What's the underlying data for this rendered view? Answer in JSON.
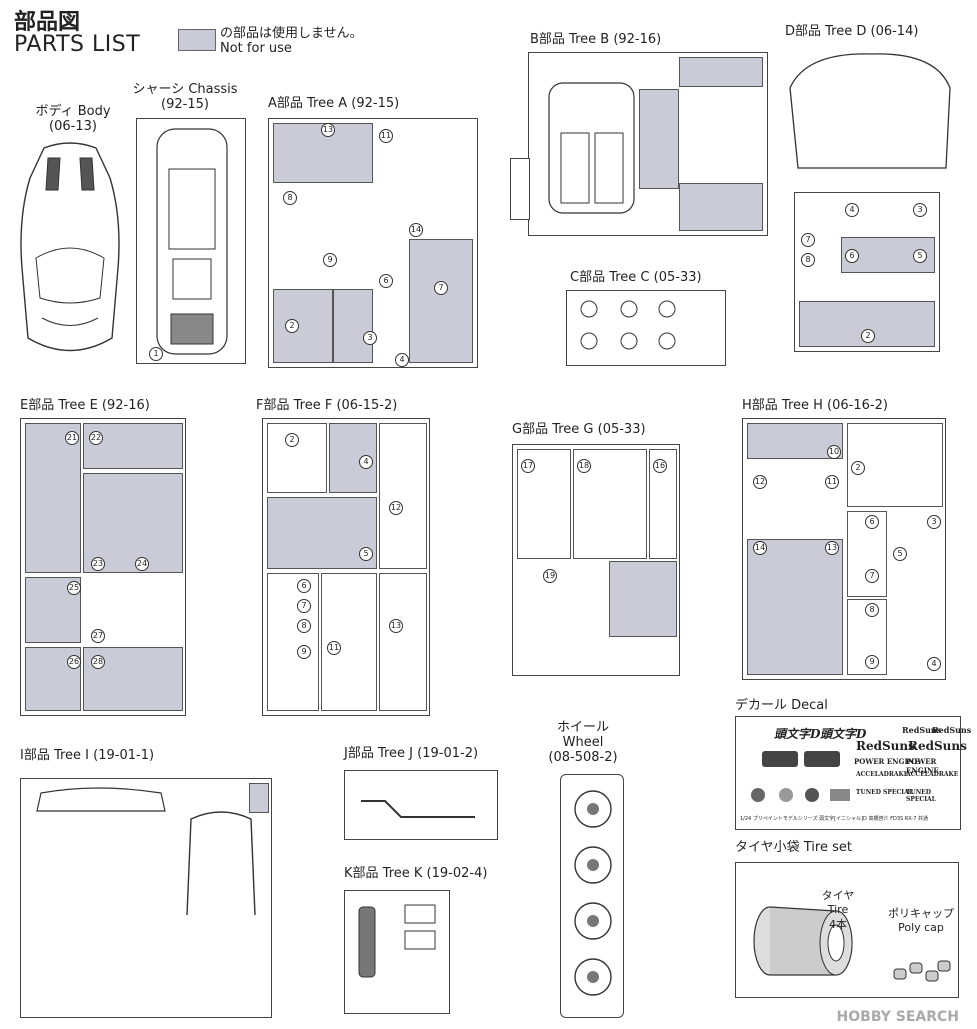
{
  "header": {
    "title_jp": "部品図",
    "title_en": "PARTS LIST",
    "legend_line1": "の部品は使用しません。",
    "legend_line2": "Not for use"
  },
  "colors": {
    "unused_gray": "#c9ccd6",
    "line": "#444444"
  },
  "parts": {
    "body": {
      "line1": "ボディ Body",
      "line2": "(06-13)"
    },
    "chassis": {
      "line1": "シャーシ Chassis",
      "line2": "(92-15)"
    },
    "tree_a": {
      "label": "A部品 Tree A (92-15)"
    },
    "tree_b": {
      "label": "B部品 Tree B (92-16)"
    },
    "tree_d": {
      "label": "D部品 Tree D (06-14)"
    },
    "tree_c": {
      "label": "C部品 Tree C (05-33)"
    },
    "tree_e": {
      "label": "E部品 Tree E (92-16)"
    },
    "tree_f": {
      "label": "F部品 Tree F (06-15-2)"
    },
    "tree_g": {
      "label": "G部品 Tree G (05-33)"
    },
    "tree_h": {
      "label": "H部品 Tree H (06-16-2)"
    },
    "tree_i": {
      "label": "I部品 Tree I (19-01-1)"
    },
    "tree_j": {
      "label": "J部品 Tree J (19-01-2)"
    },
    "tree_k": {
      "label": "K部品 Tree K (19-02-4)"
    },
    "wheel": {
      "line1": "ホイール",
      "line2": "Wheel",
      "line3": "(08-508-2)"
    },
    "decal": {
      "label": "デカール Decal"
    },
    "tire_set": {
      "label": "タイヤ小袋 Tire set",
      "tire_jp": "タイヤ Tire",
      "tire_count": "4本",
      "polycap_jp": "ポリキャップ",
      "polycap_en": "Poly cap"
    }
  },
  "decal_texts": {
    "logo1": "頭文字D",
    "logo2": "頭文字D",
    "redsuns1": "RedSuns",
    "redsuns2": "RedSuns",
    "redsuns3": "RedSuns",
    "redsuns4": "RedSuns",
    "power1": "POWER ENGINE",
    "power2": "POWER ENGINE",
    "accel1": "ACCELADRAKE",
    "accel2": "ACCELADRAKE",
    "tunnel1": "TUNED SPECIAL",
    "tunnel2": "TUNED SPECIAL",
    "footer": "1/24 プリペイントモデルシリーズ 頭文字[イニシャル]D 高橋啓介 FD3S RX-7 共通"
  },
  "watermark": "HOBBY SEARCH"
}
